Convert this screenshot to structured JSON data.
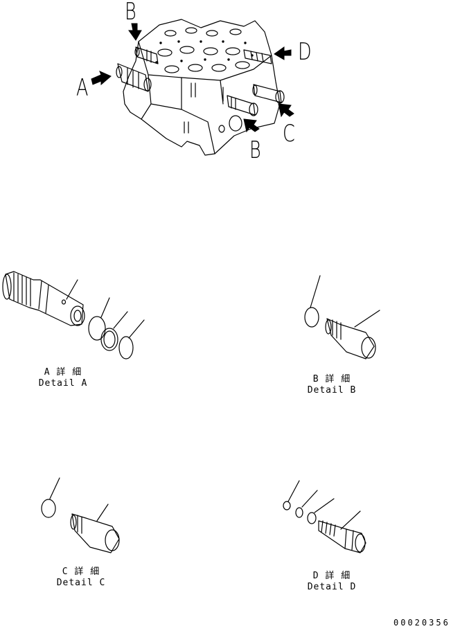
{
  "callouts": {
    "a": "A",
    "b_top": "B",
    "b_bottom": "B",
    "c": "C",
    "d": "D"
  },
  "details": {
    "a": {
      "jp": "A 詳 細",
      "en": "Detail A"
    },
    "b": {
      "jp": "B 詳 細",
      "en": "Detail B"
    },
    "c": {
      "jp": "C 詳 細",
      "en": "Detail C"
    },
    "d": {
      "jp": "D 詳 細",
      "en": "Detail D"
    }
  },
  "drawing_code": "00020356"
}
